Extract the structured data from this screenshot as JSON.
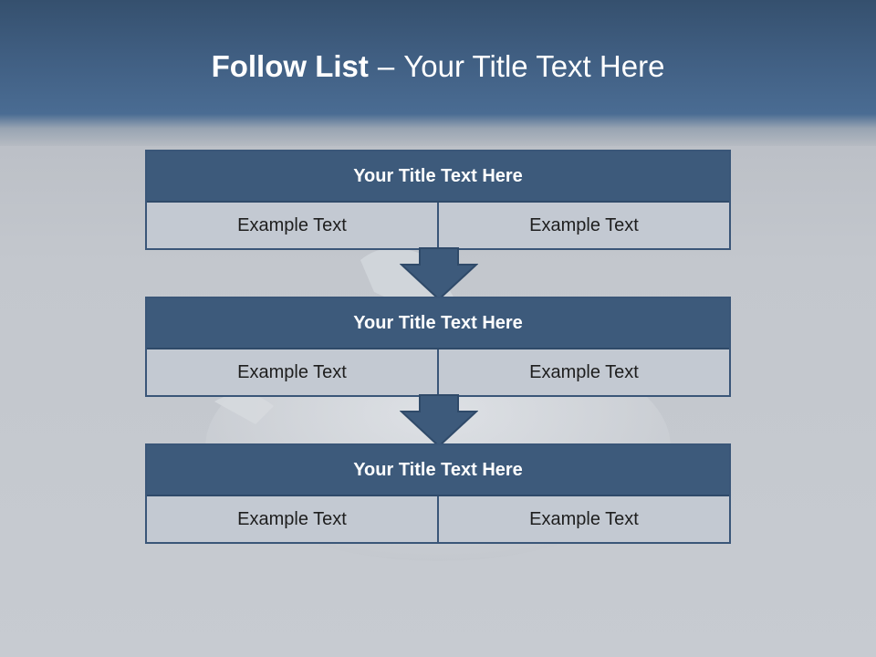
{
  "slide": {
    "title_bold": "Follow List",
    "title_sep": "–",
    "title_rest": "Your Title Text Here"
  },
  "steps": [
    {
      "title": "Your Title Text Here",
      "left": "Example Text",
      "right": "Example Text"
    },
    {
      "title": "Your Title Text Here",
      "left": "Example Text",
      "right": "Example Text"
    },
    {
      "title": "Your Title Text Here",
      "left": "Example Text",
      "right": "Example Text"
    }
  ],
  "colors": {
    "header": "#3f5d80",
    "block_title": "#3d5a7b",
    "block_border": "#3a5678",
    "cell_bg": "#c3c9d2",
    "arrow": "#3d5a7b"
  },
  "icons": {
    "arrow": "down-arrow-icon"
  }
}
